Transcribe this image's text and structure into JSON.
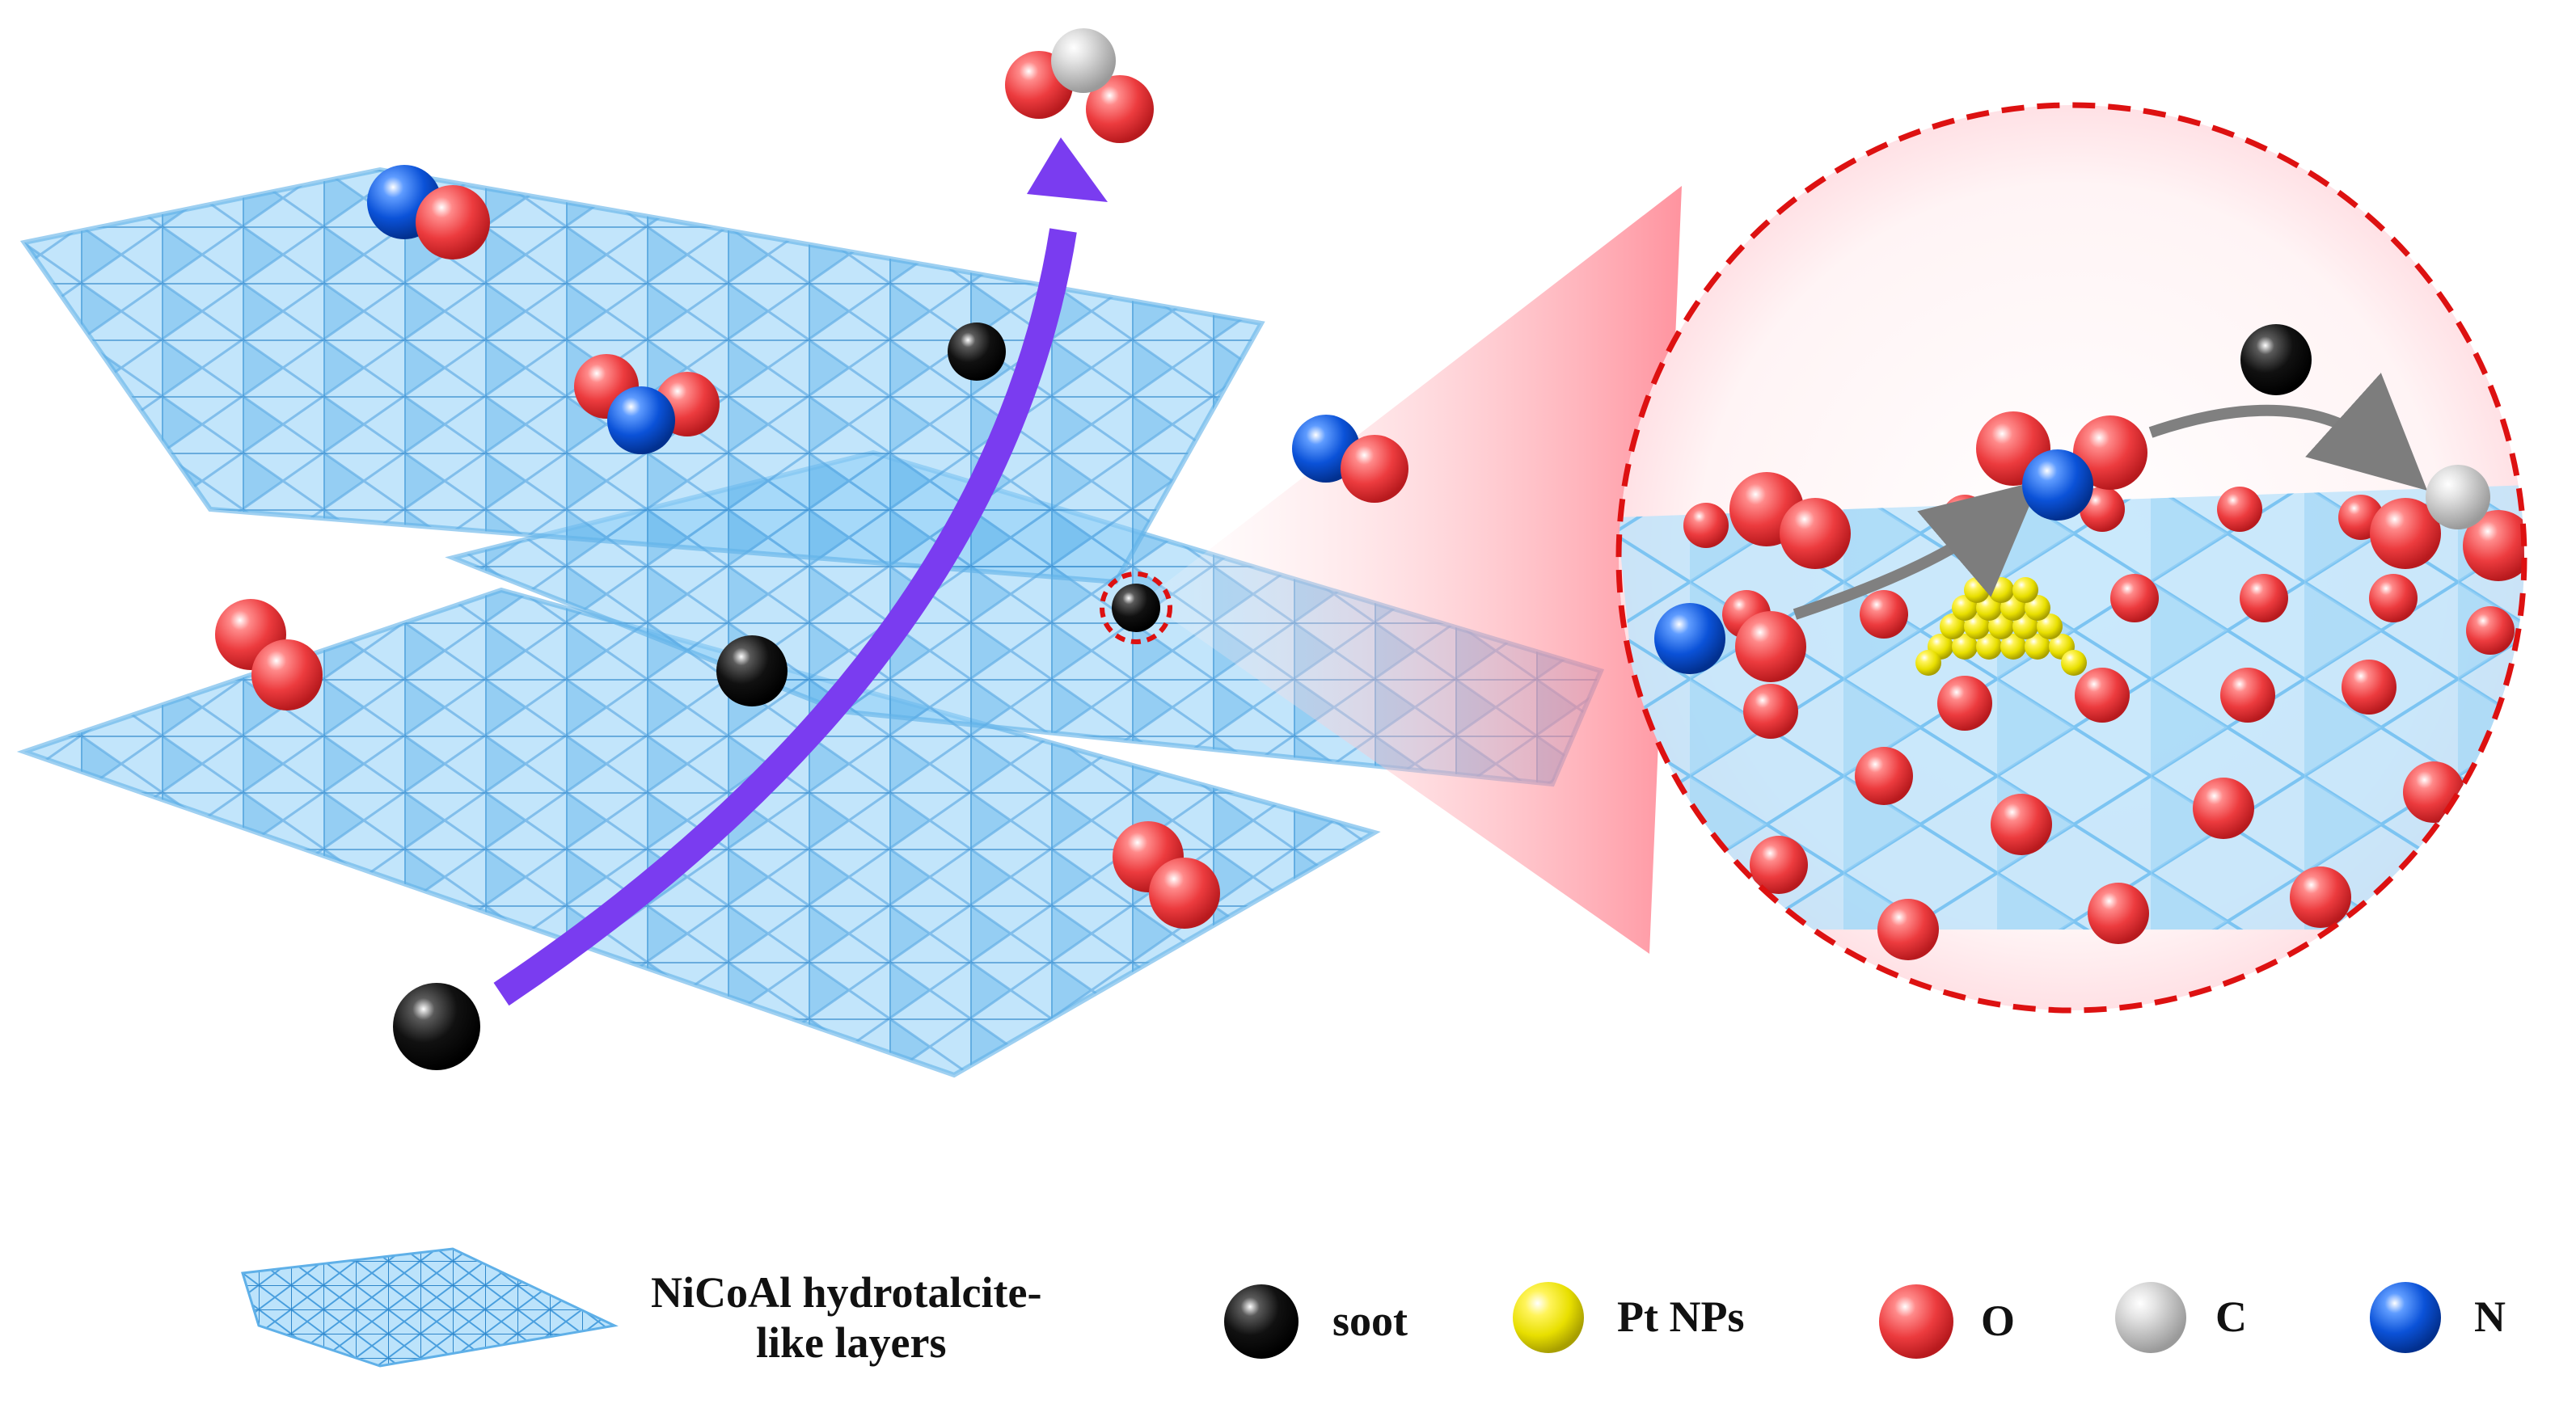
{
  "legend": {
    "layers_line1": "NiCoAl  hydrotalcite-",
    "layers_line2": "like layers",
    "soot": "soot",
    "pt": "Pt NPs",
    "o": "O",
    "c": "C",
    "n": "N"
  },
  "colors": {
    "soot": "#0a0a0a",
    "pt": "#e8e000",
    "oxygen": "#e8383c",
    "carbon": "#c8c8c8",
    "nitrogen": "#0a4fd6",
    "layer": "#6ab8f0",
    "arrow": "#7a3cf0",
    "zoom_circle": "#dd1111",
    "grey_arrow": "#808080"
  },
  "icons": {
    "main_arrow": "reaction-path-arrow",
    "zoom": "zoom-circle",
    "layer_sample": "hydrotalcite-layer-icon"
  }
}
